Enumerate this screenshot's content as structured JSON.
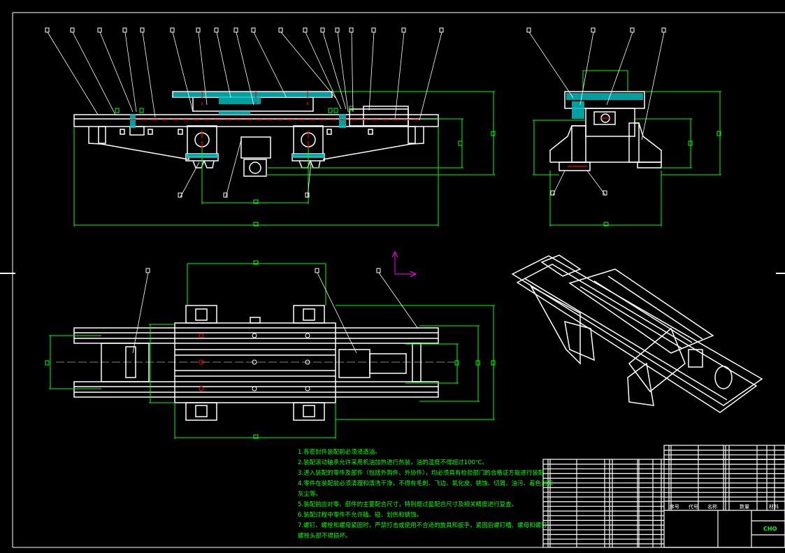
{
  "drawing": {
    "type": "CAD assembly drawing",
    "background": "#000000",
    "colors": {
      "outline": "#ffffff",
      "dimension": "#00ff00",
      "hatch": "#00ffff",
      "centerline": "#ff0000",
      "ucs": "#ff00ff"
    }
  },
  "technical_requirements": [
    "1.各密封件装配前必须浸透油。",
    "2.装配滚动轴承允许采用机油加热进行热装，油的温度不得超过100℃。",
    "3.进入装配的零件及部件（包括外购件、外协件），均必须具有检验部门的合格证方能进行装配。",
    "4.零件在装配前必须清理和清洗干净，不得有毛刺、飞边、氧化皮、锈蚀、切屑、油污、着色剂和",
    "灰尘等。",
    "5.装配前应对零、部件的主要配合尺寸，特别是过盈配合尺寸及相关精度进行复查。",
    "6.装配过程中零件不允许磕、碰、划伤和锈蚀。",
    "7.螺钉、螺栓和螺母紧固时，严禁打击或使用不合适的旋具和扳手。紧固后螺钉槽、螺母和螺钉、",
    "螺栓头部不得损坏。"
  ],
  "title_block": {
    "headers": [
      "序号",
      "代号",
      "名称",
      "数量",
      "材料"
    ],
    "drawing_code": "CHO"
  }
}
